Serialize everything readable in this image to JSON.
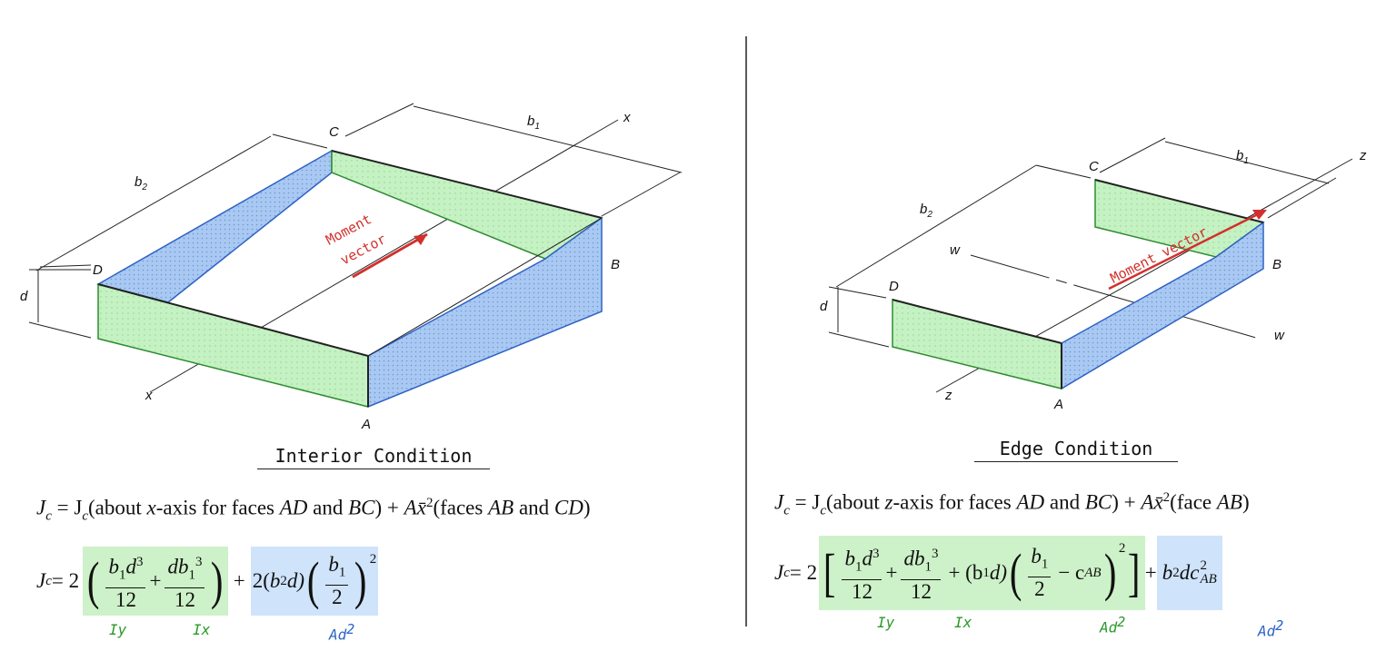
{
  "colors": {
    "green_face": "#c4f2c2",
    "green_edge": "#2e8b30",
    "blue_face": "#a9c9f2",
    "blue_edge": "#2f62c4",
    "annot_red": "#d2302c",
    "annot_green": "#2a9a2a",
    "annot_blue": "#2d64c6"
  },
  "left": {
    "labels": {
      "C": "C",
      "D": "D",
      "B": "B",
      "A": "A",
      "d": "d",
      "b1": "b",
      "b1_sub": "1",
      "b2": "b",
      "b2_sub": "2",
      "x_top": "x",
      "x_bottom": "x"
    },
    "moment_word1": "Moment",
    "moment_word2": "vector",
    "caption": "Interior Condition",
    "eq1": {
      "lhs": "J",
      "lhs_sub": "c",
      "rhs_a": " = J",
      "rhs_a_sub": "c",
      "about": "(about ",
      "axis": "x",
      "axis_rest": "-axis for faces ",
      "f1": "AD",
      "and1": " and ",
      "f2": "BC",
      "close": ") + ",
      "A": "A",
      "xbar": "x̄",
      "sq": "2",
      "paren": "(faces ",
      "f3": "AB",
      "and2": " and ",
      "f4": "CD",
      "end": ")"
    },
    "eq2": {
      "lhs": "J",
      "lhs_sub": "c",
      "eq": " = 2",
      "t1_num": "b",
      "t1_num_sub": "1",
      "t1_num_d": "d",
      "t1_num_sup": "3",
      "t1_den": "12",
      "plus": "+",
      "t2_num": "db",
      "t2_num_sub": "1",
      "t2_num_sup": "3",
      "t2_den": "12",
      "plus2": " + 2(b",
      "b2sub": "2",
      "d_close": "d)",
      "t3_num": "b",
      "t3_num_sub": "1",
      "t3_den": "2",
      "t3_sup": "2"
    },
    "annots": {
      "iy": "Iy",
      "ix": "Ix",
      "ad2": "Ad",
      "ad2_sup": "2"
    }
  },
  "right": {
    "labels": {
      "C": "C",
      "D": "D",
      "B": "B",
      "A": "A",
      "d": "d",
      "b1": "b",
      "b1_sub": "1",
      "b2": "b",
      "b2_sub": "2",
      "z_top": "z",
      "z_bottom": "z",
      "w_left": "w",
      "w_right": "w"
    },
    "moment": "Moment vector",
    "caption": "Edge Condition",
    "eq1": {
      "lhs": "J",
      "lhs_sub": "c",
      "rhs_a": " = J",
      "rhs_a_sub": "c",
      "about": "(about ",
      "axis": "z",
      "axis_rest": "-axis for faces ",
      "f1": "AD",
      "and1": " and ",
      "f2": "BC",
      "close": ") + ",
      "A": "A",
      "xbar": "x̄",
      "sq": "2",
      "paren": "(face ",
      "f3": "AB",
      "end": ")"
    },
    "eq2": {
      "lhs": "J",
      "lhs_sub": "c",
      "eq": " = 2",
      "t1_num": "b",
      "t1_num_sub": "1",
      "t1_num_d": "d",
      "t1_num_sup": "3",
      "t1_den": "12",
      "plus": "+",
      "t2_num": "db",
      "t2_num_sub": "1",
      "t2_num_sup": "3",
      "t2_den": "12",
      "plus3": "+ (b",
      "b1sub": "1",
      "d_close": "d)",
      "t3_num": "b",
      "t3_num_sub": "1",
      "t3_den": "2",
      "minus": "− c",
      "cab_sub": "AB",
      "t3_sup": "2",
      "plus4": " + ",
      "last_b": "b",
      "last_b_sub": "2",
      "last_dc": "dc",
      "last_sup": "2",
      "last_sub": "AB"
    },
    "annots": {
      "iy": "Iy",
      "ix": "Ix",
      "ad2_mid": "Ad",
      "ad2_mid_sup": "2",
      "ad2": "Ad",
      "ad2_sup": "2"
    }
  }
}
